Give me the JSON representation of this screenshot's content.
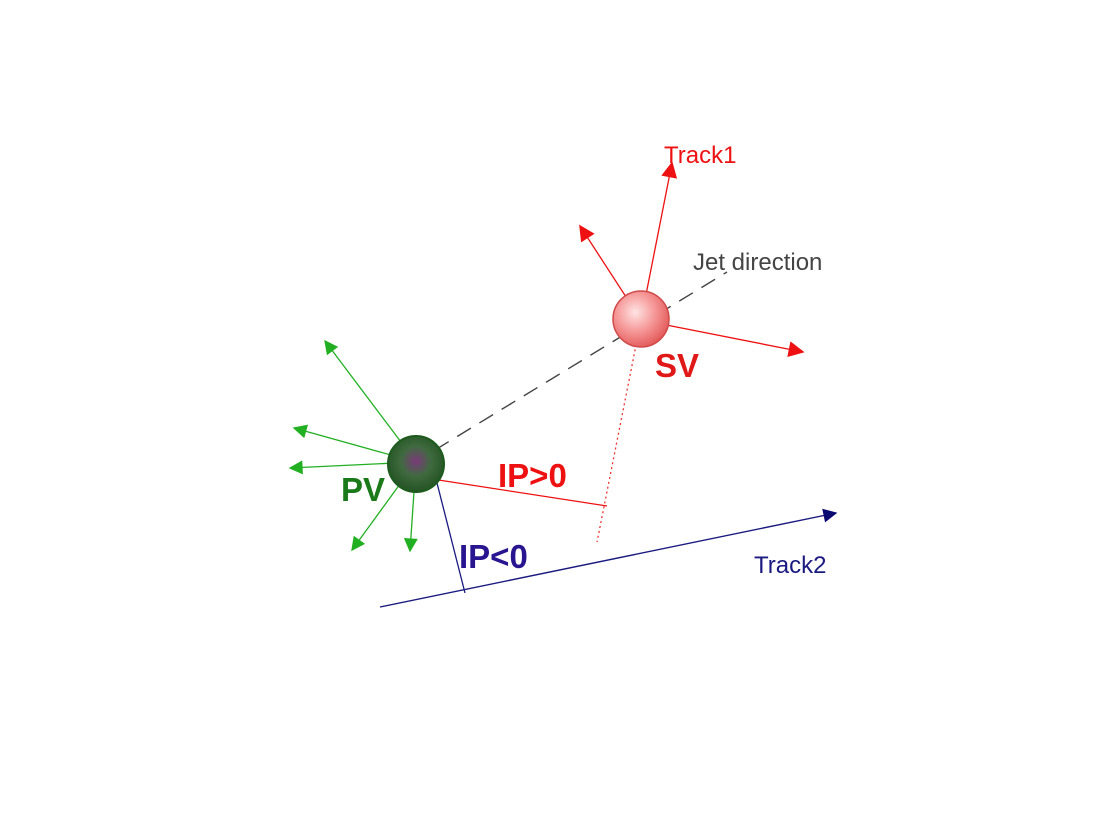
{
  "labels": {
    "track1": "Track1",
    "track2": "Track2",
    "jet_direction": "Jet direction",
    "sv": "SV",
    "pv": "PV",
    "ip_positive": "IP>0",
    "ip_negative": "IP<0"
  },
  "colors": {
    "track1": "#ee1111",
    "sv_text": "#e01818",
    "track2": "#1a1a80",
    "ip_negative_text": "#2a1590",
    "ip_positive": "#ee1111",
    "jet_direction": "#444444",
    "pv_text": "#1a7a1a",
    "pv_tracks": "#22b022",
    "pv_fill": "#2f6b2f",
    "sv_fill": "#f27f7f"
  }
}
